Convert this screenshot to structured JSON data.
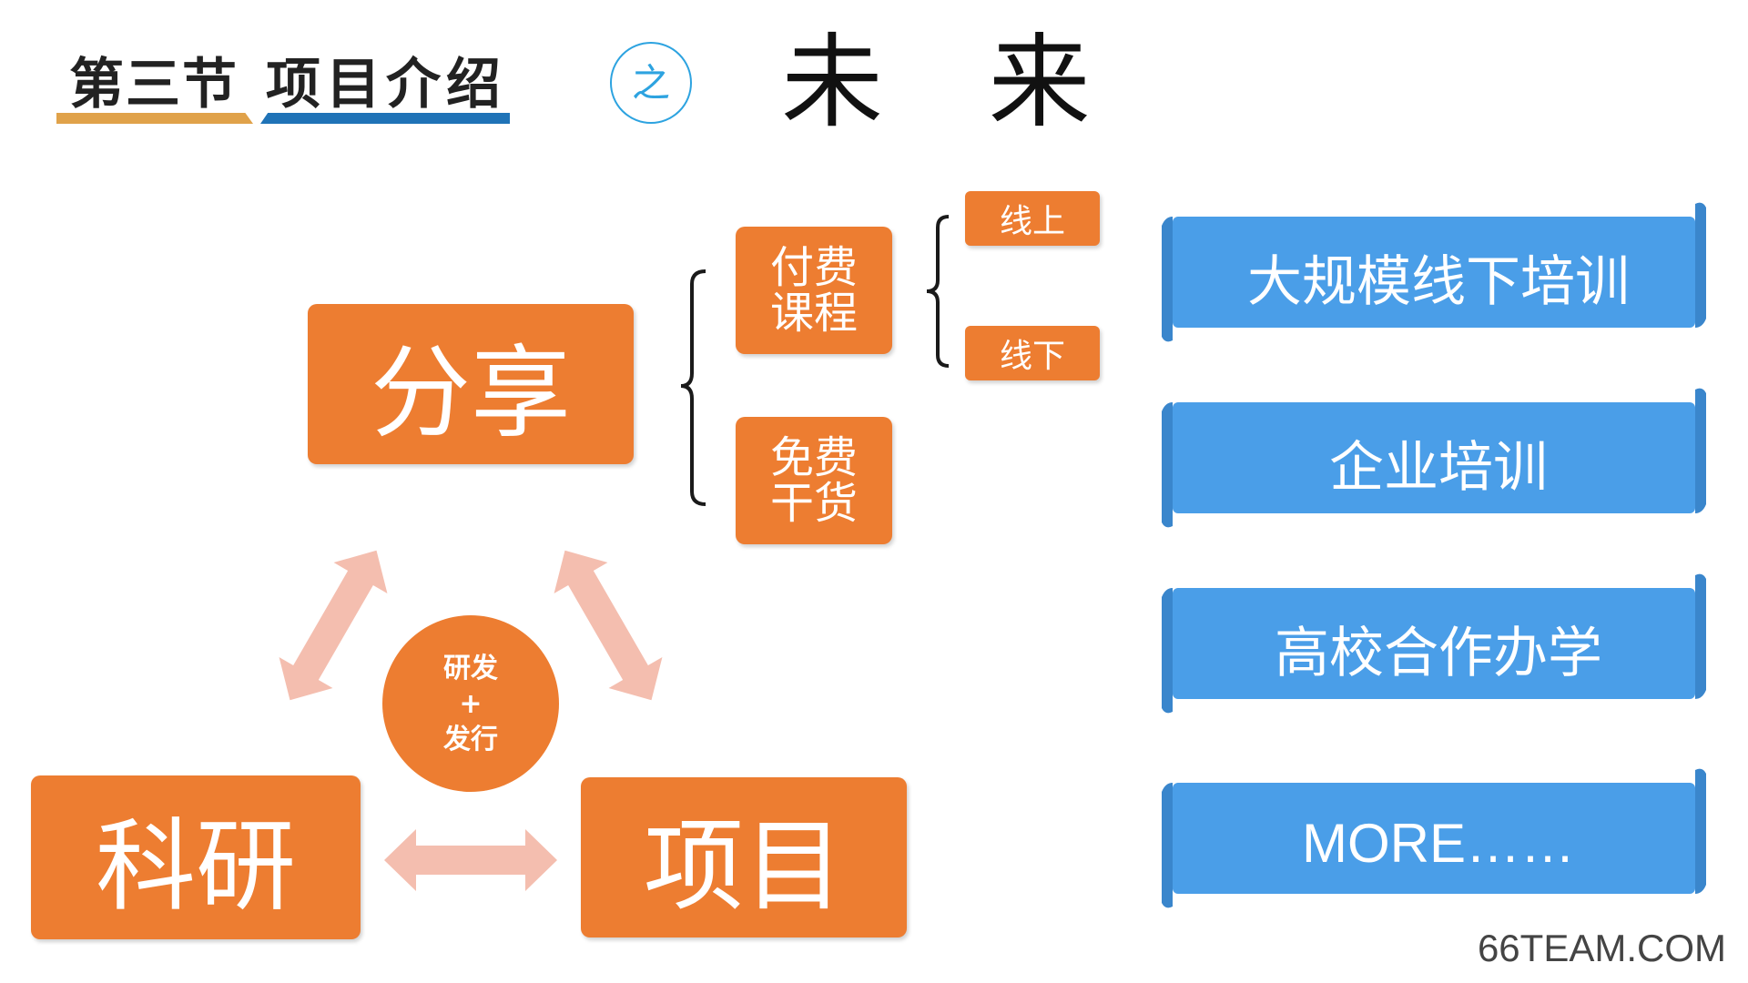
{
  "header": {
    "section": "第三节",
    "project": "项目介绍",
    "connector": "之",
    "title": "未 来"
  },
  "diagram": {
    "share": "分享",
    "research": "科研",
    "project": "项目",
    "center_line1": "研发",
    "center_line2": "+",
    "center_line3": "发行",
    "paid_line1": "付费",
    "paid_line2": "课程",
    "free_line1": "免费",
    "free_line2": "干货",
    "online": "线上",
    "offline": "线下"
  },
  "banners": [
    "大规模线下培训",
    "企业培训",
    "高校合作办学",
    "MORE……"
  ],
  "footer": {
    "watermark": "66TEAM.COM"
  },
  "colors": {
    "orange": "#ED7D31",
    "arrow_pink": "#F4BEAF",
    "banner_blue": "#4A9EE8",
    "title_orange_bar": "#E0A24A",
    "title_blue_bar": "#1F73B7"
  }
}
